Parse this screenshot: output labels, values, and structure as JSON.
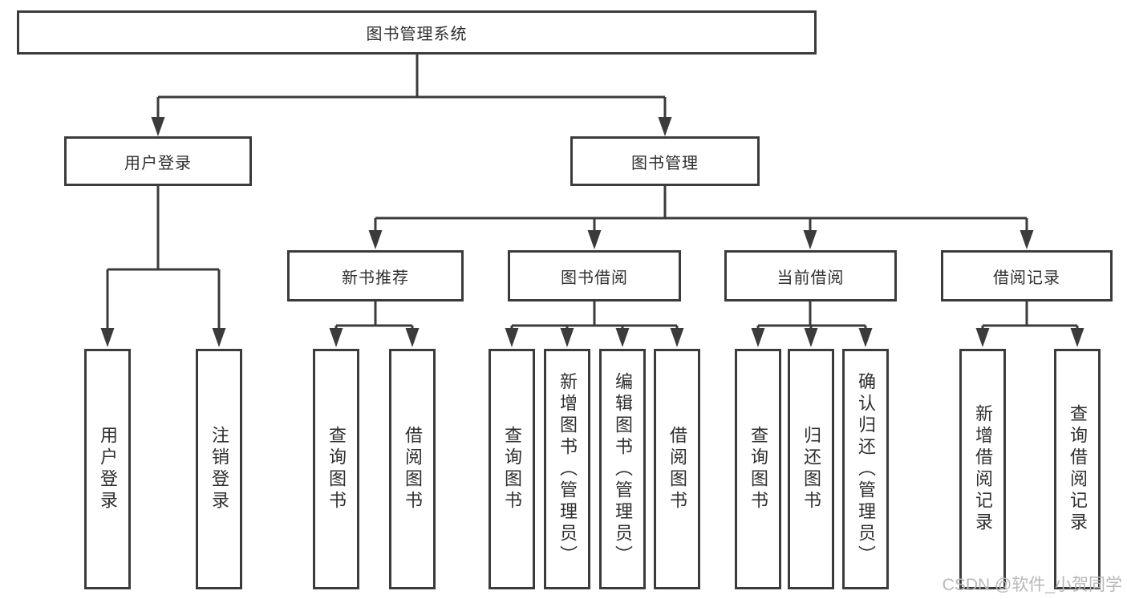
{
  "diagram": {
    "root": {
      "label": "图书管理系统"
    },
    "level2": [
      {
        "label": "用户登录"
      },
      {
        "label": "图书管理"
      }
    ],
    "level3": [
      {
        "label": "新书推荐"
      },
      {
        "label": "图书借阅"
      },
      {
        "label": "当前借阅"
      },
      {
        "label": "借阅记录"
      }
    ],
    "leaves": [
      {
        "label": "用户登录"
      },
      {
        "label": "注销登录"
      },
      {
        "label": "查询图书"
      },
      {
        "label": "借阅图书"
      },
      {
        "label": "查询图书"
      },
      {
        "label": "新增图书（管理员）"
      },
      {
        "label": "编辑图书（管理员）"
      },
      {
        "label": "借阅图书"
      },
      {
        "label": "查询图书"
      },
      {
        "label": "归还图书"
      },
      {
        "label": "确认归还（管理员）"
      },
      {
        "label": "新增借阅记录"
      },
      {
        "label": "查询借阅记录"
      }
    ]
  },
  "watermark": {
    "text": "CSDN @软件_小贺同学"
  },
  "colors": {
    "line": "#3b3b3b",
    "text": "#2f2f2f",
    "watermark": "#b8b8b8",
    "background": "#ffffff"
  }
}
